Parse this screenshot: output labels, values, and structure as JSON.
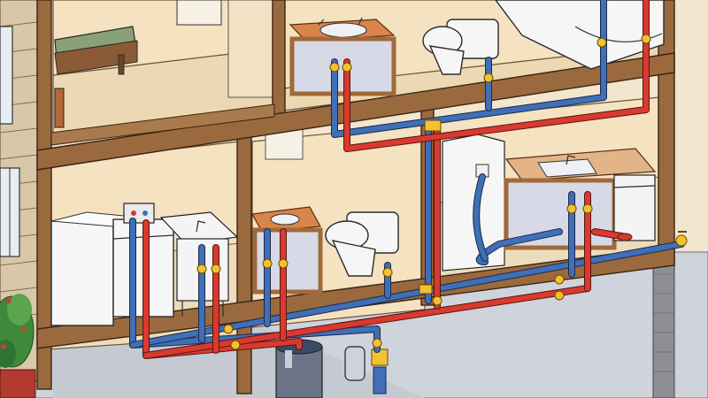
{
  "scene": {
    "colors": {
      "hot_supply": "#d83a30",
      "cold_supply": "#3f6fb8",
      "wood_framing": "#9a6a3e",
      "wall": "#f4e2c0",
      "floor": "#ecd9b4",
      "basement": "#cfd3db",
      "valve": "#f1c232",
      "exterior_siding": "#d8c7a8",
      "shrub": "#3f8a3a"
    },
    "rooms": [
      {
        "name": "upper-bedroom",
        "floor": 2
      },
      {
        "name": "upper-bathroom",
        "floor": 2
      },
      {
        "name": "laundry-room",
        "floor": 1
      },
      {
        "name": "half-bath",
        "floor": 1
      },
      {
        "name": "kitchen",
        "floor": 1
      },
      {
        "name": "basement",
        "floor": 0
      }
    ],
    "fixtures": [
      "bed",
      "bathroom-vanity-sink",
      "toilet",
      "bathtub",
      "washing-machine",
      "dryer",
      "laundry-sink",
      "washer-valve-box",
      "vanity-sink",
      "toilet-lower",
      "refrigerator",
      "kitchen-sink",
      "dishwasher",
      "outdoor-hose-bibb",
      "water-heater",
      "expansion-tank",
      "water-meter"
    ],
    "icons": [
      "shutoff-valve-icon",
      "hose-bibb-icon",
      "pipe-tee-icon"
    ]
  }
}
